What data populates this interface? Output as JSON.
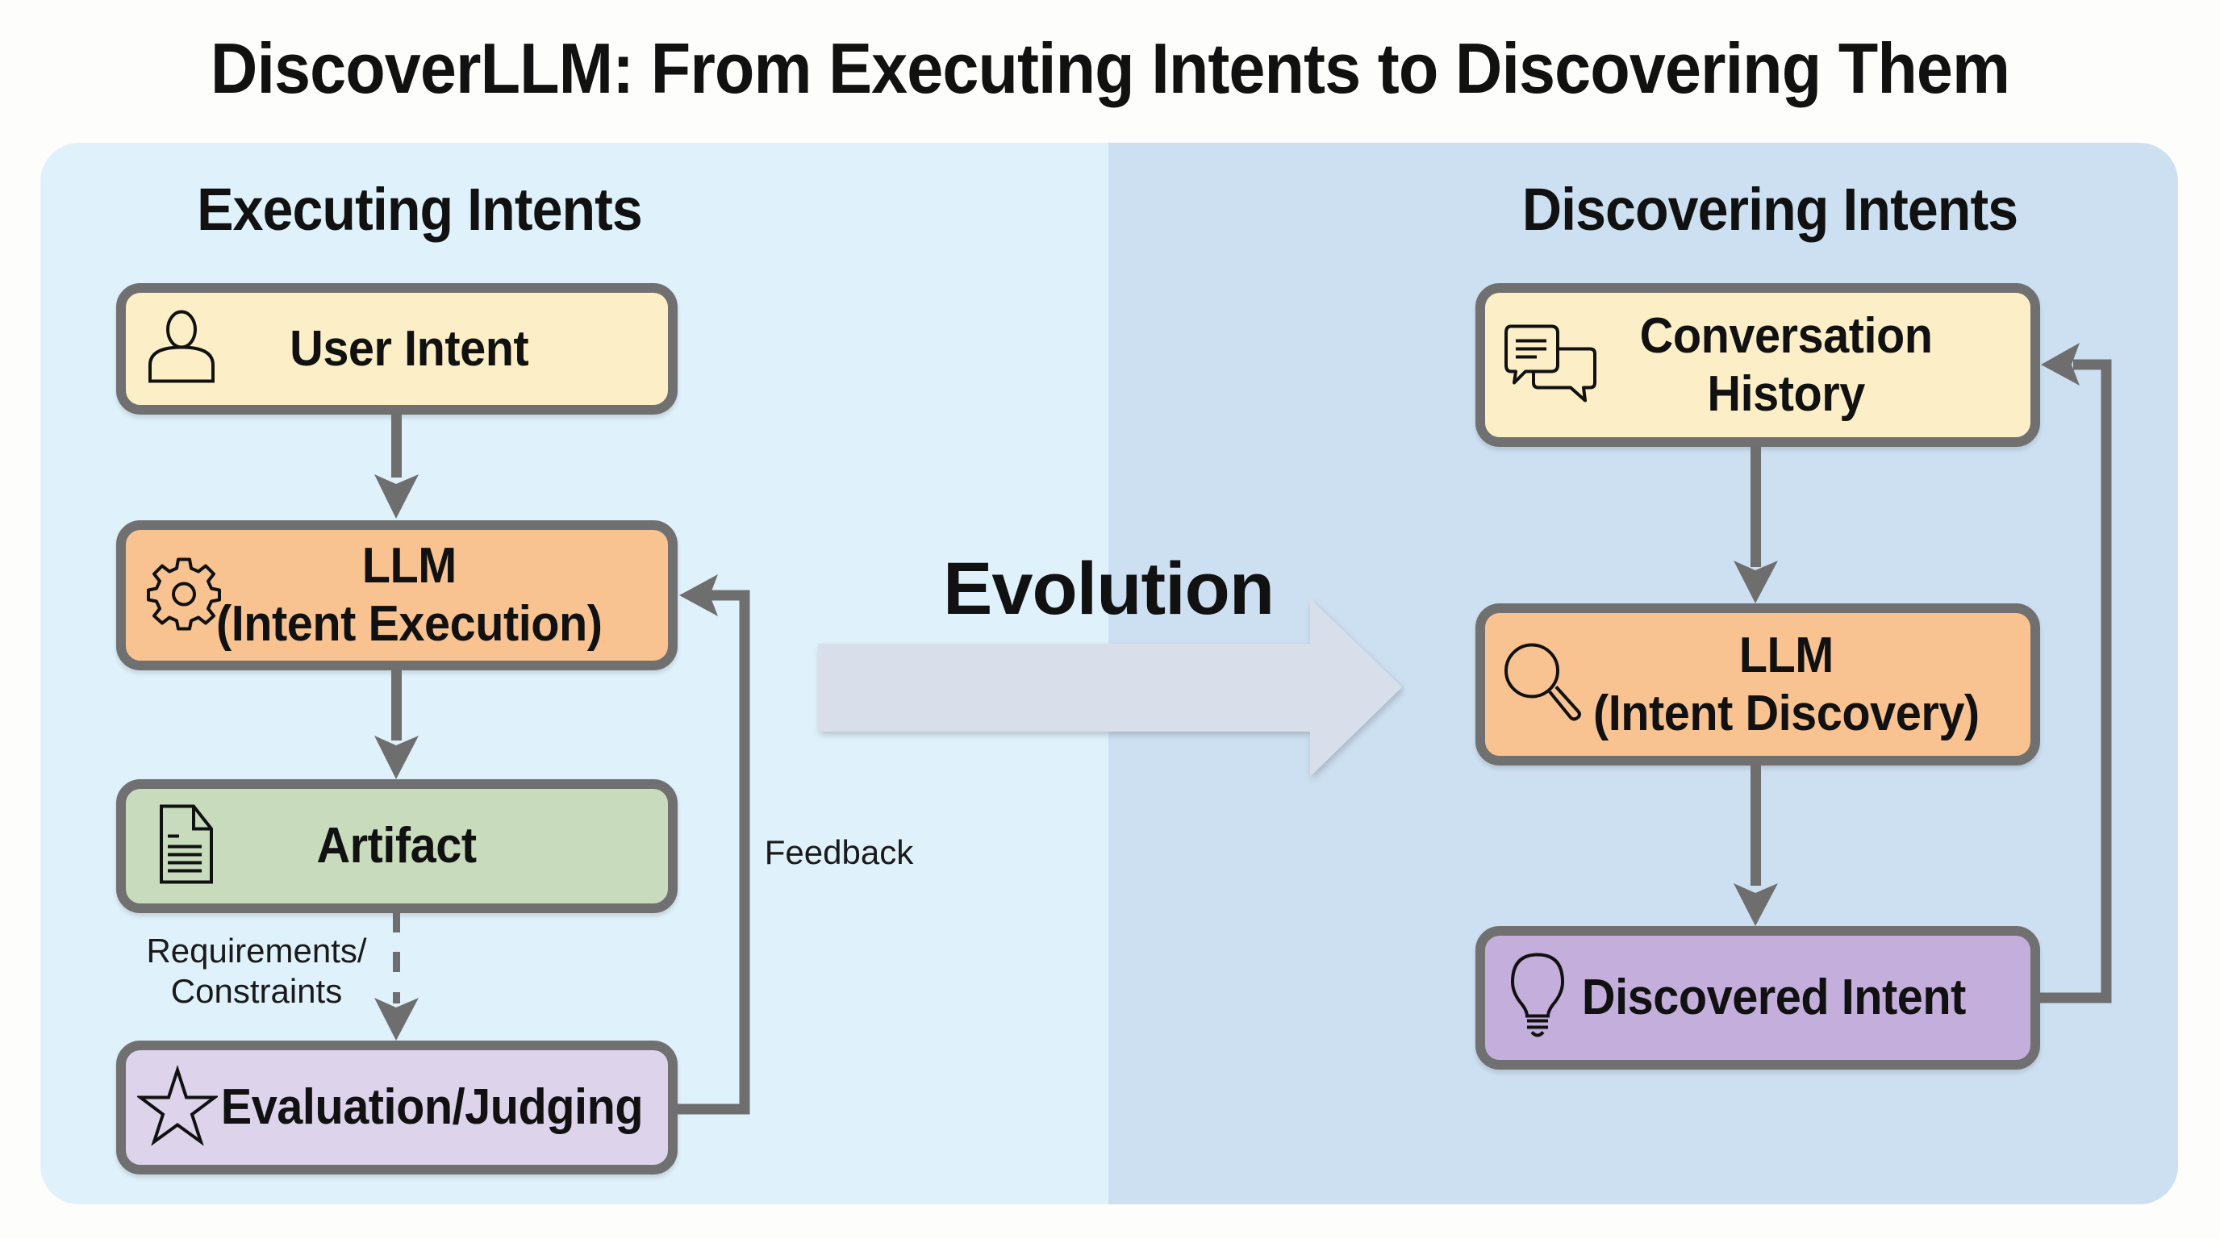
{
  "title": "DiscoverLLM: From Executing Intents to Discovering Them",
  "colors": {
    "left_panel_bg": "#dff1fa",
    "right_panel_bg": "#cde0f1",
    "box_border": "#707070",
    "arrow": "#6e6e6e",
    "evolution_arrow": "#d8deea",
    "yellow": "#fcefc7",
    "orange": "#f8c391",
    "green": "#c8dcbd",
    "lavender": "#ddd4ec",
    "purple": "#c4aedb"
  },
  "left": {
    "heading": "Executing Intents",
    "boxes": [
      {
        "id": "user-intent",
        "icon": "user-icon",
        "lines": [
          "User Intent"
        ]
      },
      {
        "id": "llm-execution",
        "icon": "gear-icon",
        "lines": [
          "LLM",
          "(Intent Execution)"
        ]
      },
      {
        "id": "artifact",
        "icon": "document-icon",
        "lines": [
          "Artifact"
        ]
      },
      {
        "id": "evaluation",
        "icon": "star-icon",
        "lines": [
          "Evaluation/Judging"
        ]
      }
    ],
    "dashed_edge_label": [
      "Requirements/",
      "Constraints"
    ],
    "feedback_label": "Feedback"
  },
  "middle": {
    "label": "Evolution"
  },
  "right": {
    "heading": "Discovering Intents",
    "boxes": [
      {
        "id": "conversation-history",
        "icon": "chat-bubbles-icon",
        "lines": [
          "Conversation",
          "History"
        ]
      },
      {
        "id": "llm-discovery",
        "icon": "magnifier-icon",
        "lines": [
          "LLM",
          "(Intent Discovery)"
        ]
      },
      {
        "id": "discovered-intent",
        "icon": "lightbulb-icon",
        "lines": [
          "Discovered Intent"
        ]
      }
    ]
  }
}
